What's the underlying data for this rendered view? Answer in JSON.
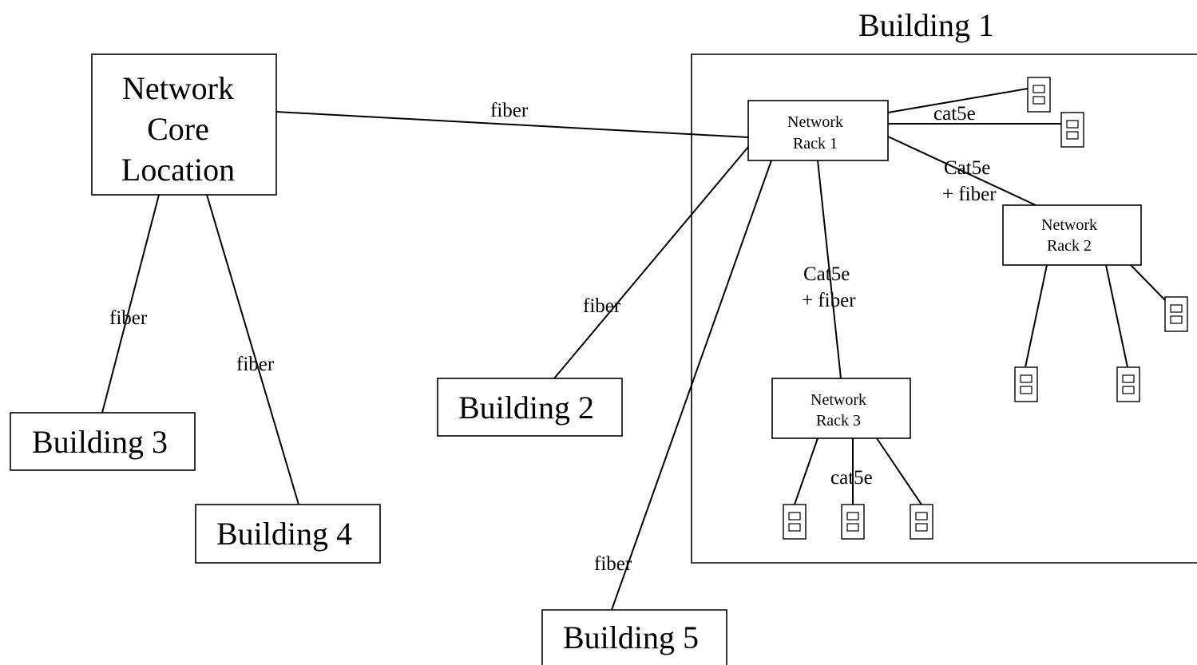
{
  "building1_title": "Building 1",
  "nodes": {
    "core": {
      "lines": [
        "Network",
        "Core",
        "Location"
      ]
    },
    "building2": {
      "label": "Building 2"
    },
    "building3": {
      "label": "Building 3"
    },
    "building4": {
      "label": "Building 4"
    },
    "building5": {
      "label": "Building 5"
    },
    "rack1": {
      "lines": [
        "Network",
        "Rack 1"
      ]
    },
    "rack2": {
      "lines": [
        "Network",
        "Rack 2"
      ]
    },
    "rack3": {
      "lines": [
        "Network",
        "Rack 3"
      ]
    }
  },
  "links": {
    "core_rack1": "fiber",
    "core_building3": "fiber",
    "core_building4": "fiber",
    "rack1_building2": "fiber",
    "rack1_building5": "fiber",
    "rack1_outlet": "cat5e",
    "rack1_rack2": [
      "Cat5e",
      "+ fiber"
    ],
    "rack1_rack3": [
      "Cat5e",
      "+ fiber"
    ],
    "rack3_outlet": "cat5e"
  },
  "colors": {
    "line": "#000000",
    "background": "#ffffff"
  }
}
